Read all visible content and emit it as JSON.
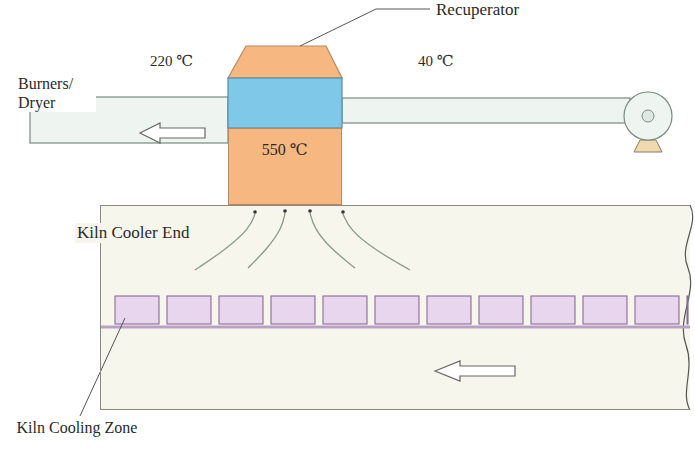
{
  "diagram": {
    "nodes": [
      {
        "text": [
          "Kiln Cooler End"
        ]
      },
      {
        "text": [
          "550 ℃"
        ]
      }
    ],
    "labels": [
      "Recuperator",
      "220 ℃",
      "40 ℃",
      "Burners/ Dryer",
      "Kiln Cooling Zone"
    ]
  }
}
